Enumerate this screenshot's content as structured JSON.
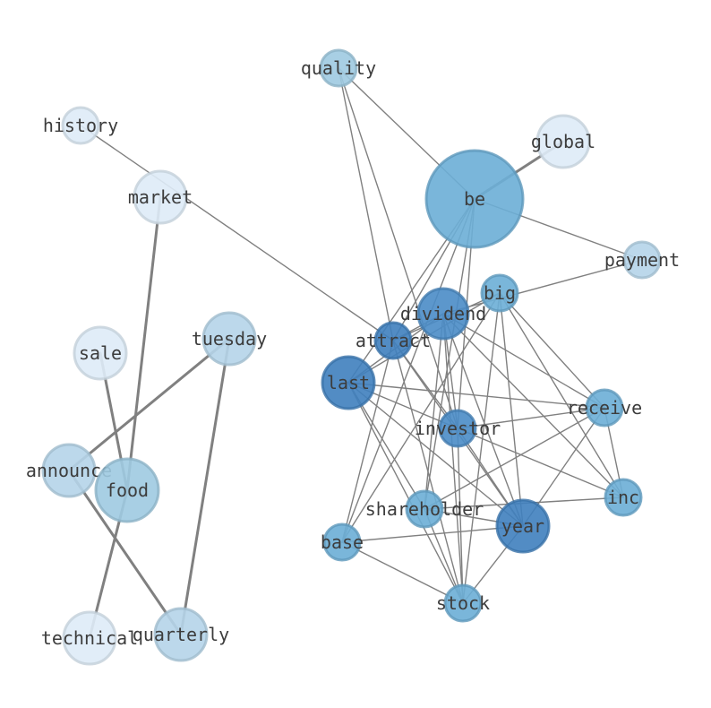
{
  "nodes": [
    {
      "id": "quality",
      "label": "quality",
      "color": "#9ecae1"
    },
    {
      "id": "history",
      "label": "history",
      "color": "#deebf7"
    },
    {
      "id": "global",
      "label": "global",
      "color": "#deebf7"
    },
    {
      "id": "market",
      "label": "market",
      "color": "#deebf7"
    },
    {
      "id": "be",
      "label": "be",
      "color": "#6baed6"
    },
    {
      "id": "payment",
      "label": "payment",
      "color": "#b5d4e9"
    },
    {
      "id": "big",
      "label": "big",
      "color": "#6baed6"
    },
    {
      "id": "dividend",
      "label": "dividend",
      "color": "#4a8cc6"
    },
    {
      "id": "tuesday",
      "label": "tuesday",
      "color": "#b5d4e9"
    },
    {
      "id": "attract",
      "label": "attract",
      "color": "#3f7fbe"
    },
    {
      "id": "sale",
      "label": "sale",
      "color": "#deebf7"
    },
    {
      "id": "last",
      "label": "last",
      "color": "#3f7fbe"
    },
    {
      "id": "receive",
      "label": "receive",
      "color": "#6baed6"
    },
    {
      "id": "investor",
      "label": "investor",
      "color": "#4a8cc6"
    },
    {
      "id": "announce",
      "label": "announce",
      "color": "#b5d4e9"
    },
    {
      "id": "food",
      "label": "food",
      "color": "#9ecae1"
    },
    {
      "id": "inc",
      "label": "inc",
      "color": "#6baed6"
    },
    {
      "id": "shareholder",
      "label": "shareholder",
      "color": "#6baed6"
    },
    {
      "id": "year",
      "label": "year",
      "color": "#3f7fbe"
    },
    {
      "id": "base",
      "label": "base",
      "color": "#6baed6"
    },
    {
      "id": "stock",
      "label": "stock",
      "color": "#6baed6"
    },
    {
      "id": "technical",
      "label": "technical",
      "color": "#deebf7"
    },
    {
      "id": "quarterly",
      "label": "quarterly",
      "color": "#b5d4e9"
    }
  ],
  "edges": [
    {
      "source": "be",
      "target": "global",
      "weight": 2
    },
    {
      "source": "market",
      "target": "food",
      "weight": 2
    },
    {
      "source": "sale",
      "target": "food",
      "weight": 2
    },
    {
      "source": "tuesday",
      "target": "announce",
      "weight": 2
    },
    {
      "source": "tuesday",
      "target": "quarterly",
      "weight": 2
    },
    {
      "source": "announce",
      "target": "quarterly",
      "weight": 2
    },
    {
      "source": "food",
      "target": "technical",
      "weight": 2
    },
    {
      "source": "history",
      "target": "attract",
      "weight": 1
    },
    {
      "source": "quality",
      "target": "be",
      "weight": 1
    },
    {
      "source": "quality",
      "target": "attract",
      "weight": 1
    },
    {
      "source": "quality",
      "target": "investor",
      "weight": 1
    },
    {
      "source": "be",
      "target": "payment",
      "weight": 1
    },
    {
      "source": "be",
      "target": "attract",
      "weight": 1
    },
    {
      "source": "be",
      "target": "last",
      "weight": 1
    },
    {
      "source": "be",
      "target": "base",
      "weight": 1
    },
    {
      "source": "be",
      "target": "shareholder",
      "weight": 1
    },
    {
      "source": "be",
      "target": "investor",
      "weight": 1
    },
    {
      "source": "payment",
      "target": "dividend",
      "weight": 1
    },
    {
      "source": "big",
      "target": "attract",
      "weight": 1
    },
    {
      "source": "big",
      "target": "last",
      "weight": 1
    },
    {
      "source": "big",
      "target": "base",
      "weight": 1
    },
    {
      "source": "big",
      "target": "stock",
      "weight": 1
    },
    {
      "source": "big",
      "target": "year",
      "weight": 1
    },
    {
      "source": "big",
      "target": "receive",
      "weight": 1
    },
    {
      "source": "big",
      "target": "inc",
      "weight": 1
    },
    {
      "source": "dividend",
      "target": "attract",
      "weight": 1
    },
    {
      "source": "dividend",
      "target": "last",
      "weight": 1
    },
    {
      "source": "dividend",
      "target": "investor",
      "weight": 1
    },
    {
      "source": "dividend",
      "target": "receive",
      "weight": 1
    },
    {
      "source": "dividend",
      "target": "inc",
      "weight": 1
    },
    {
      "source": "dividend",
      "target": "year",
      "weight": 1
    },
    {
      "source": "dividend",
      "target": "stock",
      "weight": 1
    },
    {
      "source": "dividend",
      "target": "shareholder",
      "weight": 1
    },
    {
      "source": "attract",
      "target": "investor",
      "weight": 1
    },
    {
      "source": "attract",
      "target": "year",
      "weight": 1
    },
    {
      "source": "attract",
      "target": "stock",
      "weight": 1
    },
    {
      "source": "attract",
      "target": "base",
      "weight": 1
    },
    {
      "source": "last",
      "target": "investor",
      "weight": 1
    },
    {
      "source": "last",
      "target": "receive",
      "weight": 1
    },
    {
      "source": "last",
      "target": "year",
      "weight": 1
    },
    {
      "source": "last",
      "target": "stock",
      "weight": 1
    },
    {
      "source": "last",
      "target": "shareholder",
      "weight": 1
    },
    {
      "source": "investor",
      "target": "receive",
      "weight": 1
    },
    {
      "source": "investor",
      "target": "inc",
      "weight": 1
    },
    {
      "source": "investor",
      "target": "year",
      "weight": 1
    },
    {
      "source": "investor",
      "target": "stock",
      "weight": 1
    },
    {
      "source": "receive",
      "target": "shareholder",
      "weight": 1
    },
    {
      "source": "receive",
      "target": "year",
      "weight": 1
    },
    {
      "source": "receive",
      "target": "inc",
      "weight": 1
    },
    {
      "source": "shareholder",
      "target": "year",
      "weight": 1
    },
    {
      "source": "shareholder",
      "target": "inc",
      "weight": 1
    },
    {
      "source": "shareholder",
      "target": "stock",
      "weight": 1
    },
    {
      "source": "base",
      "target": "year",
      "weight": 1
    },
    {
      "source": "base",
      "target": "stock",
      "weight": 1
    },
    {
      "source": "year",
      "target": "stock",
      "weight": 1
    }
  ]
}
